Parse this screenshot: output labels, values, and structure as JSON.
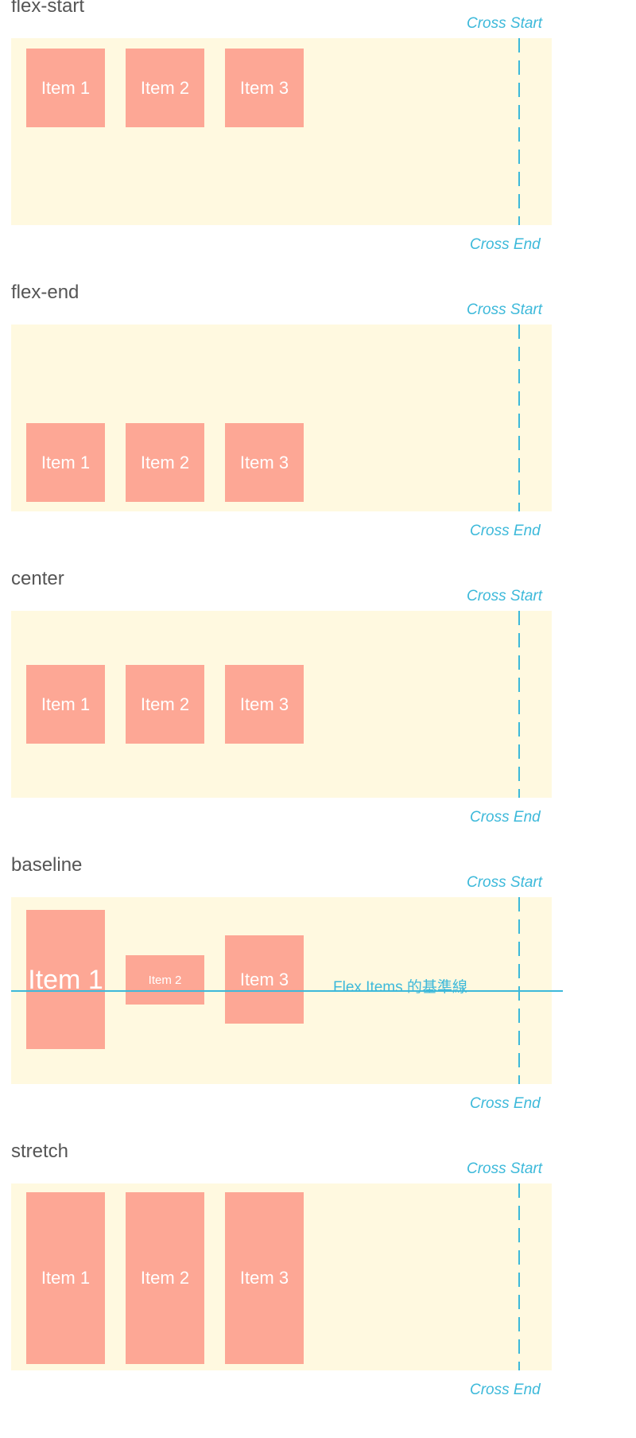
{
  "colors": {
    "container": "#fff9e0",
    "item": "#fda795",
    "item_text": "#ffffff",
    "accent": "#3db9da",
    "title": "#555555"
  },
  "axis_labels": {
    "start": "Cross Start",
    "end": "Cross End"
  },
  "sections": [
    {
      "title": "flex-start",
      "align": "flex-start",
      "items": [
        "Item 1",
        "Item 2",
        "Item 3"
      ]
    },
    {
      "title": "flex-end",
      "align": "flex-end",
      "items": [
        "Item 1",
        "Item 2",
        "Item 3"
      ]
    },
    {
      "title": "center",
      "align": "center",
      "items": [
        "Item 1",
        "Item 2",
        "Item 3"
      ]
    },
    {
      "title": "baseline",
      "align": "baseline",
      "items": [
        "Item 1",
        "Item 2",
        "Item 3"
      ],
      "baseline_label": "Flex Items 的基準線"
    },
    {
      "title": "stretch",
      "align": "stretch",
      "items": [
        "Item 1",
        "Item 2",
        "Item 3"
      ]
    }
  ]
}
